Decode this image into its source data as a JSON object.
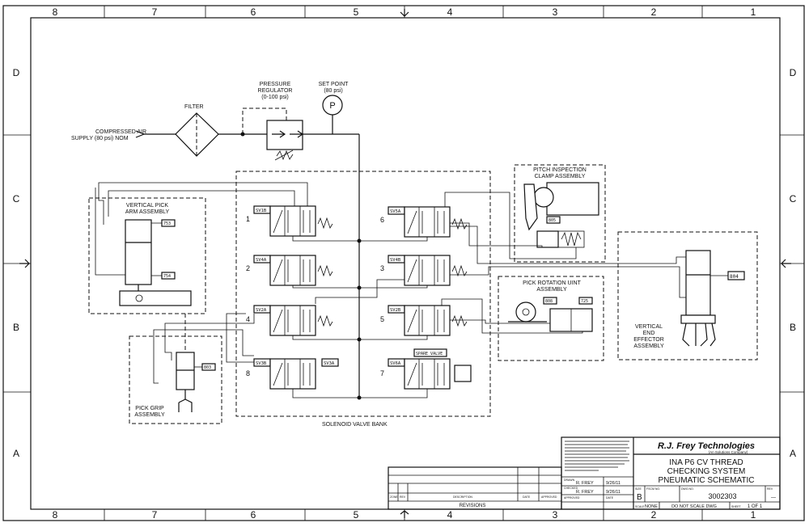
{
  "zones": {
    "columns": [
      "8",
      "7",
      "6",
      "5",
      "4",
      "3",
      "2",
      "1"
    ],
    "rows": [
      "D",
      "C",
      "B",
      "A"
    ]
  },
  "supply": {
    "line1": "COMPRESSED AIR",
    "line2": "SUPPLY (80 psi) NOM"
  },
  "filter": {
    "label": "FILTER"
  },
  "regulator": {
    "line1": "PRESSURE",
    "line2": "REGULATOR",
    "line3": "(0-100 psi)"
  },
  "setpoint": {
    "line1": "SET POINT",
    "line2": "(80 psi)",
    "gauge": "P"
  },
  "vertical_pick": {
    "line1": "VERTICAL PICK",
    "line2": "ARM ASSEMBLY",
    "tag_top": "753",
    "tag_bottom": "754"
  },
  "pick_grip": {
    "line1": "PICK GRIP",
    "line2": "ASSEMBLY",
    "tag": "803"
  },
  "pitch_clamp": {
    "line1": "PITCH INSPECTION",
    "line2": "CLAMP ASSEMBLY",
    "tag": "805"
  },
  "pick_rotation": {
    "line1": "PICK ROTATION UINT",
    "line2": "ASSEMBLY",
    "tag1": "808",
    "tag2": "725"
  },
  "end_effector": {
    "line1": "VERTICAL",
    "line2": "END",
    "line3": "EFFECTOR",
    "line4": "ASSEMBLY",
    "tag": "804"
  },
  "valve_bank": {
    "label": "SOLENOID VALVE BANK",
    "spare": "SPARE VALVE",
    "valves": [
      {
        "num": "1",
        "tag": "SV1B"
      },
      {
        "num": "2",
        "tag": "SV4A"
      },
      {
        "num": "4",
        "tag": "SV2A"
      },
      {
        "num": "8",
        "tag": "SV3B"
      },
      {
        "num": "6",
        "tag": "SV5A"
      },
      {
        "num": "3",
        "tag": "SV4B"
      },
      {
        "num": "5",
        "tag": "SV2B"
      },
      {
        "num": "7",
        "tag": "SV6A"
      }
    ],
    "extra_tag": "SV3A"
  },
  "title_block": {
    "company": "R.J. Frey Technologies",
    "company_sub": "(An Solutions Company)",
    "title1": "INA P6 CV THREAD",
    "title2": "CHECKING SYSTEM",
    "title3": "PNEUMATIC SCHEMATIC",
    "drawn_label": "DRAWN",
    "drawn_by": "R. FREY",
    "drawn_date": "9/26/11",
    "checked_label": "CHECKED",
    "checked_by": "R. FREY",
    "checked_date": "9/26/11",
    "approved_label": "APPROVED",
    "date_label": "DATE",
    "size_label": "SIZE",
    "size": "B",
    "fscm_label": "FSCM NO.",
    "dwg_label": "DWG NO.",
    "dwg_no": "3002303",
    "rev_label": "REV",
    "rev": "—",
    "scale_label": "SCALE",
    "scale": "NONE",
    "dont_scale": "DO NOT SCALE DWG",
    "sheet_label": "SHEET",
    "sheet": "1 OF 1"
  },
  "revisions": {
    "label": "REVISIONS",
    "cols": [
      "ZONE",
      "REV",
      "DESCRIPTION",
      "DATE",
      "APPROVED"
    ]
  }
}
